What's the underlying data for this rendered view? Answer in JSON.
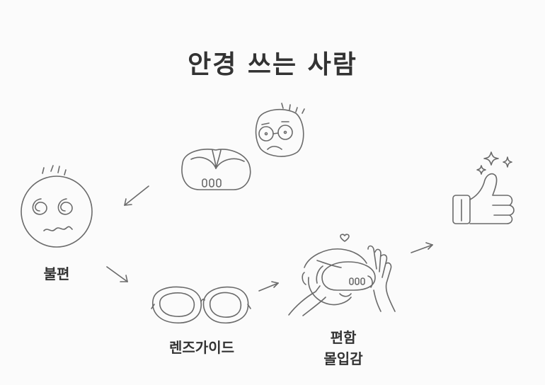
{
  "title": "안경 쓰는 사람",
  "labels": {
    "discomfort": "불편",
    "lens_guide": "렌즈가이드",
    "comfort_line1": "편함",
    "comfort_line2": "몰입감"
  },
  "icons": [
    "vr-headset-icon",
    "face-with-glasses-icon",
    "dizzy-face-icon",
    "lens-guide-frames-icon",
    "person-wearing-vr-headset-icon",
    "thumbs-up-icon",
    "sparkle-icon",
    "heart-icon",
    "arrow-icon"
  ],
  "colors": {
    "background": "#fbfbfb",
    "ink": "#6a6a6a",
    "text": "#333333"
  }
}
